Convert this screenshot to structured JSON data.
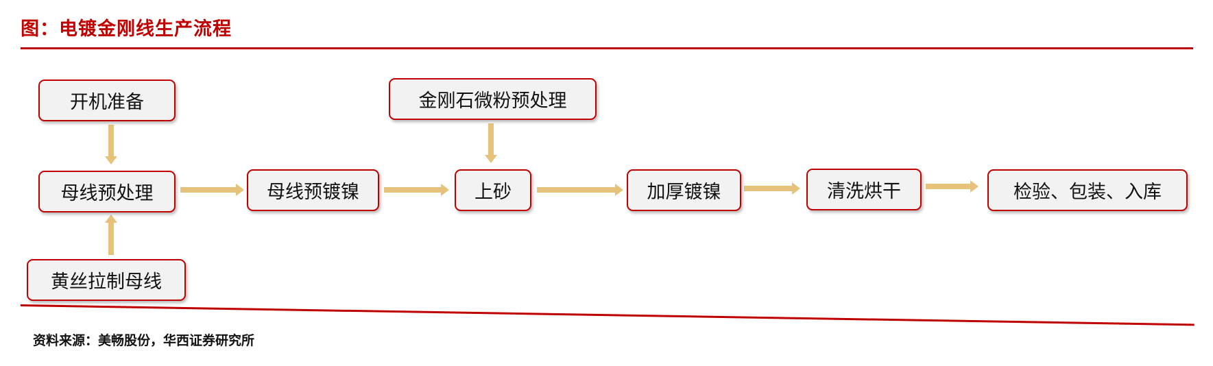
{
  "header": {
    "title": "图：电镀金刚线生产流程"
  },
  "flow": {
    "prep": "开机准备",
    "pretreat": "母线预处理",
    "wire": "黄丝拉制母线",
    "preplate": "母线预镀镍",
    "powder": "金刚石微粉预处理",
    "sand": "上砂",
    "thick": "加厚镀镍",
    "wash": "清洗烘干",
    "pack": "检验、包装、入库"
  },
  "colors": {
    "accent": "#c00000",
    "box_fill": "#f2f2f2",
    "arrow": "#e6c27a"
  },
  "footer": {
    "source": "资料来源：美畅股份，华西证券研究所"
  }
}
